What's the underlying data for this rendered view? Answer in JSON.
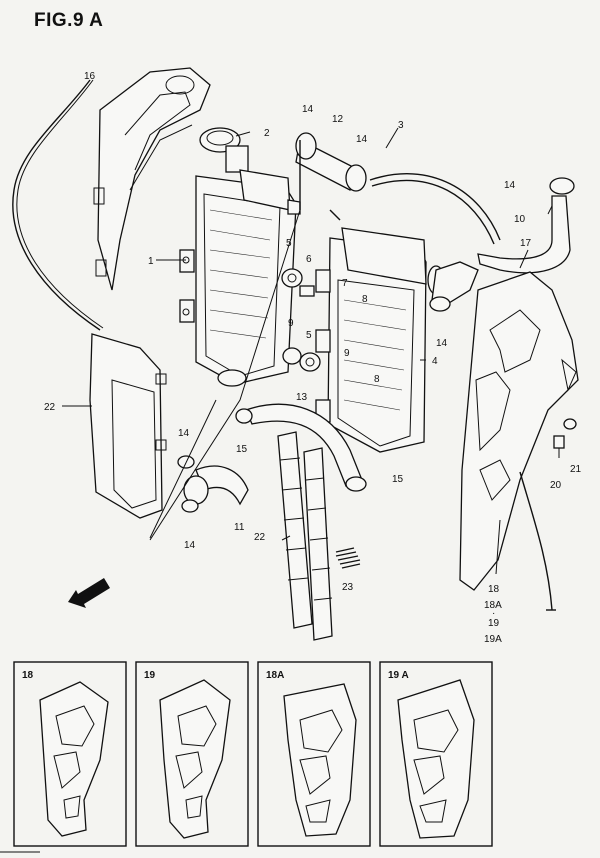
{
  "figure": {
    "title": "FIG.9 A"
  },
  "callouts": {
    "c1": "1",
    "c2": "2",
    "c3": "3",
    "c4": "4",
    "c5a": "5",
    "c5b": "5",
    "c6": "6",
    "c7": "7",
    "c8a": "8",
    "c8b": "8",
    "c9a": "9",
    "c9b": "9",
    "c10": "10",
    "c11": "11",
    "c12": "12",
    "c13": "13",
    "c14a": "14",
    "c14b": "14",
    "c14c": "14",
    "c14d": "14",
    "c14e": "14",
    "c14f": "14",
    "c15a": "15",
    "c15b": "15",
    "c16": "16",
    "c17": "17",
    "c18": "18",
    "c18a": "18A",
    "c19": "19",
    "c19a": "19A",
    "c20": "20",
    "c21": "21",
    "c22a": "22",
    "c22b": "22",
    "c23": "23"
  },
  "fwd_arrow": {
    "label": "FWD"
  },
  "variant_panels": [
    {
      "label": "18"
    },
    {
      "label": "19"
    },
    {
      "label": "18A"
    },
    {
      "label": "19 A"
    }
  ]
}
